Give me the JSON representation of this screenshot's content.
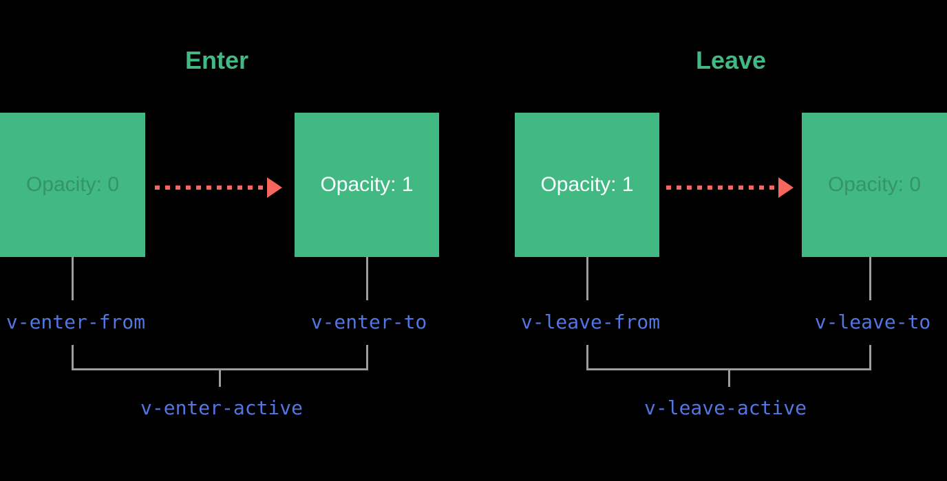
{
  "colors": {
    "box_green": "#42b883",
    "title_green": "#42b883",
    "arrow_salmon": "#f4665e",
    "class_label_blue": "#5276e3",
    "connector_gray": "#9e9e9e",
    "box_text_white": "#ffffff",
    "background": "#000000"
  },
  "sections": [
    {
      "title": "Enter",
      "from_box": {
        "opacity_text": "Opacity: 0"
      },
      "to_box": {
        "opacity_text": "Opacity: 1"
      },
      "from_class": "v-enter-from",
      "to_class": "v-enter-to",
      "active_class": "v-enter-active",
      "arrow_icon": "dashed-arrow-right"
    },
    {
      "title": "Leave",
      "from_box": {
        "opacity_text": "Opacity: 1"
      },
      "to_box": {
        "opacity_text": "Opacity: 0"
      },
      "from_class": "v-leave-from",
      "to_class": "v-leave-to",
      "active_class": "v-leave-active",
      "arrow_icon": "dashed-arrow-right"
    }
  ]
}
